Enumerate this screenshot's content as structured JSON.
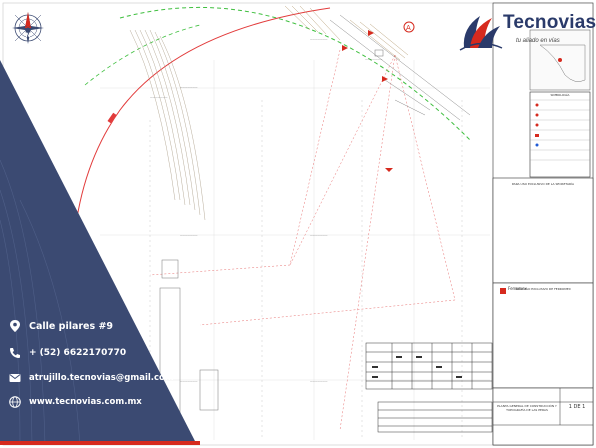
{
  "brand": {
    "name": "Tecnovias",
    "tagline": "tu aliado en vías",
    "color_red": "#d62a1e",
    "color_navy": "#2a3a6a"
  },
  "contact": {
    "address": "Calle pilares #9",
    "phone": "+ (52) 6622170770",
    "email": "atrujillo.tecnovias@gmail.com",
    "website": "www.tecnovias.com.mx",
    "panel_color": "#3b4a72"
  },
  "drawing": {
    "north_label": "N",
    "title_block_1": "PARA USO EXCLUSIVO DE LA SECRETARÍA",
    "title_block_2": "PARA USO EXCLUSIVO DE FERROMEX",
    "ferromex_label": "Ferromex",
    "project_title": "PLANTA GENERAL DE CONSTRUCCIÓN Y TOPOGRAFÍA DE LAS PERAS",
    "sheet": "1 DE 1",
    "legend_title": "SIMBOLOGÍA",
    "icons": [
      "map-pin-icon",
      "phone-icon",
      "email-icon",
      "globe-icon",
      "north-arrow-icon"
    ]
  }
}
